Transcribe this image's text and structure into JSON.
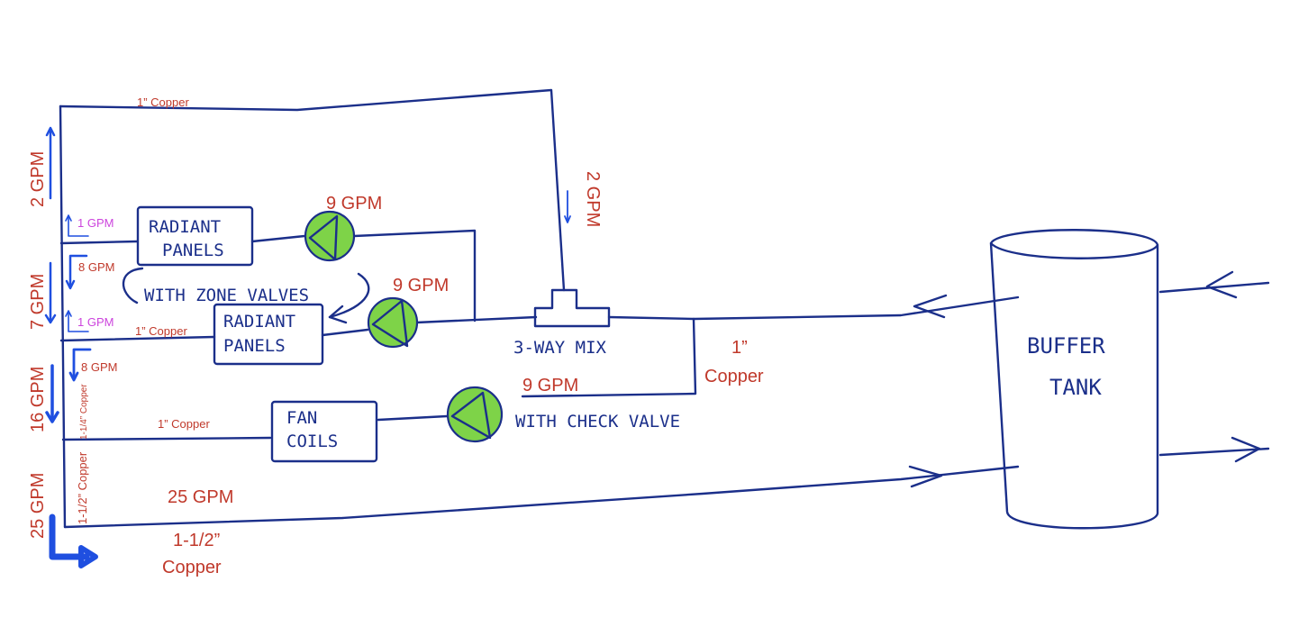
{
  "labels": {
    "radiant_panels_top_1": "RADIANT",
    "radiant_panels_top_2": "PANELS",
    "radiant_panels_bottom_1": "RADIANT",
    "radiant_panels_bottom_2": "PANELS",
    "fan_coils_1": "FAN",
    "fan_coils_2": "COILS",
    "with_zone_valves": "WITH ZONE VALVES",
    "three_way_mix": "3-WAY MIX",
    "with_check_valve": "WITH CHECK VALVE",
    "buffer_tank_1": "BUFFER",
    "buffer_tank_2": "TANK"
  },
  "annotations": {
    "copper_1in_top": "1” Copper",
    "copper_1in_mid": "1” Copper",
    "copper_1in_fan": "1” Copper",
    "copper_1in_right_1": "1”",
    "copper_1in_right_2": "Copper",
    "copper_114": "1-1/4” Copper",
    "copper_112_vert": "1-1/2” Copper",
    "copper_112_bottom_1": "1-1/2”",
    "copper_112_bottom_2": "Copper",
    "gpm_2_left": "2 GPM",
    "gpm_2_right": "2 GPM",
    "gpm_7": "7 GPM",
    "gpm_16": "16 GPM",
    "gpm_25_left": "25 GPM",
    "gpm_25_main": "25 GPM",
    "gpm_9_top": "9 GPM",
    "gpm_9_mid": "9 GPM",
    "gpm_9_bottom": "9 GPM",
    "gpm_8_top": "8 GPM",
    "gpm_8_bottom": "8 GPM",
    "gpm_1_top": "1 GPM",
    "gpm_1_bottom": "1 GPM"
  },
  "colors": {
    "pipe": "#1b2f8a",
    "annotation_red": "#c0392b",
    "annotation_magenta": "#cc44dd",
    "flow_arrow": "#1f4fe0",
    "pump_fill": "#7ed348"
  }
}
